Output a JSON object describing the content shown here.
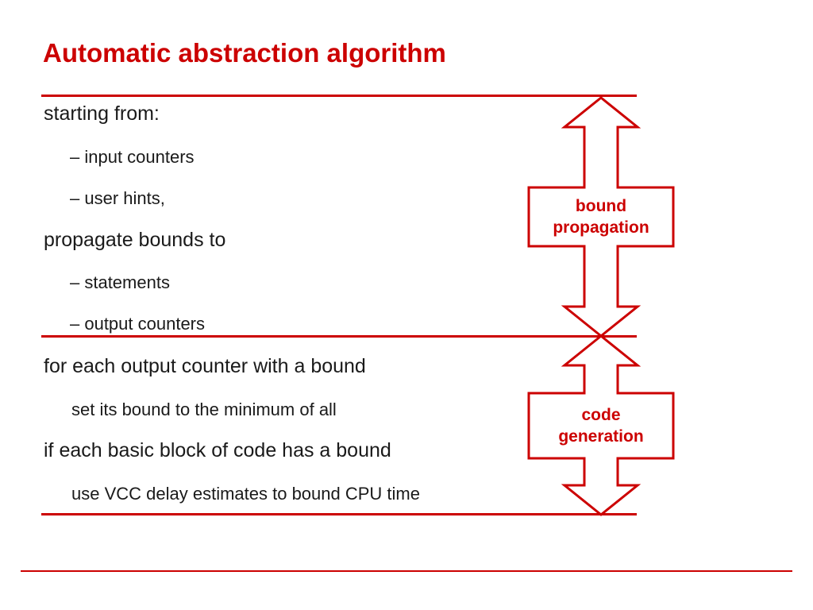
{
  "slide": {
    "title": "Automatic abstraction algorithm",
    "accent_color": "#cc0000",
    "section1": {
      "heading": "starting from:",
      "items": [
        "– input counters",
        "– user hints,"
      ],
      "heading2": "propagate bounds to",
      "items2": [
        "– statements",
        "– output counters"
      ]
    },
    "section2": {
      "line1": "for each output counter with a bound",
      "line1_sub": "set its bound to the minimum of all",
      "line2": "if each basic block of code has  a bound",
      "line2_sub": "use VCC delay estimates to bound CPU time"
    },
    "arrows": {
      "upper_label_line1": "bound",
      "upper_label_line2": "propagation",
      "lower_label_line1": "code",
      "lower_label_line2": "generation"
    }
  }
}
